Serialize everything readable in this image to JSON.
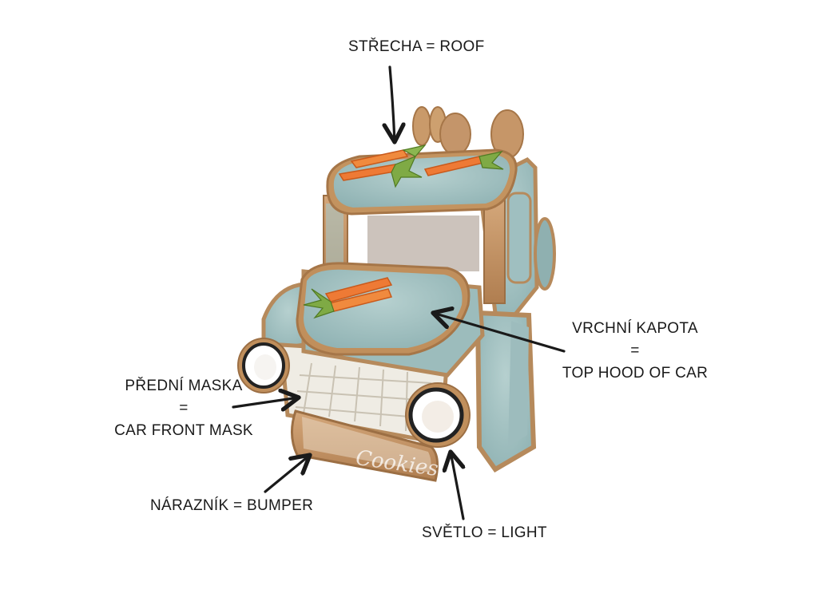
{
  "labels": {
    "roof": "STŘECHA = ROOF",
    "hood": {
      "line1": "VRCHNÍ KAPOTA",
      "line2": "=",
      "line3": "TOP HOOD OF CAR"
    },
    "front_mask": {
      "line1": "PŘEDNÍ MASKA",
      "line2": "=",
      "line3": "CAR FRONT MASK"
    },
    "bumper": "NÁRAZNÍK = BUMPER",
    "light": "SVĚTLO = LIGHT"
  },
  "watermark": "Cookies",
  "colors": {
    "icing_blue": "#a9c6c6",
    "cookie_brown": "#c99a6a",
    "carrot_orange": "#ee7a35",
    "carrot_green": "#7faa45",
    "ink": "#1a1a1a"
  }
}
